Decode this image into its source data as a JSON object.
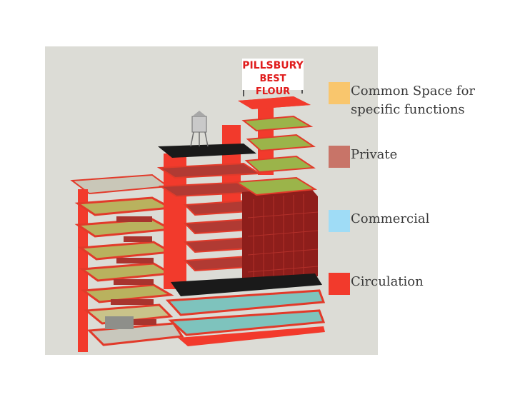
{
  "sign": {
    "line1": "PILLSBURY",
    "line2": "BEST FLOUR"
  },
  "legend": [
    {
      "line1": "Common Space for",
      "line2": "specific functions",
      "color": "#f9c66d"
    },
    {
      "line1": "Private",
      "line2": "",
      "color": "#c87468"
    },
    {
      "line1": "Commercial",
      "line2": "",
      "color": "#9fdcf6"
    },
    {
      "line1": "Circulation",
      "line2": "",
      "color": "#f23a2c"
    }
  ]
}
